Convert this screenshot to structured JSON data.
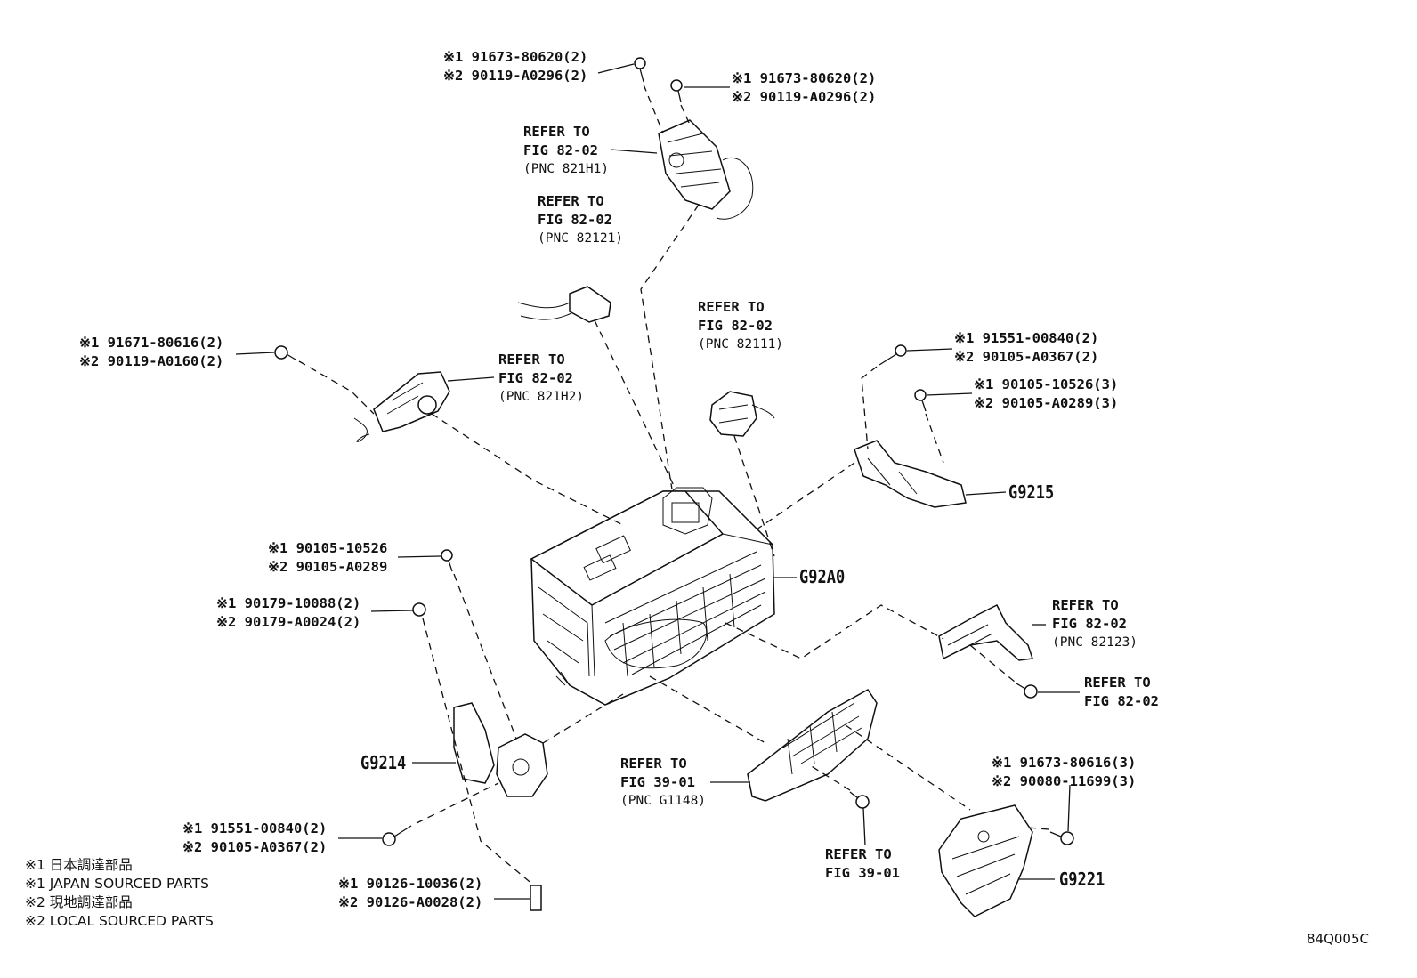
{
  "figure_id": "84Q005C",
  "legend": [
    "※1 日本調達部品",
    "※1 JAPAN SOURCED PARTS",
    "※2 現地調達部品",
    "※2 LOCAL SOURCED PARTS"
  ],
  "parts": {
    "g92a0": "G92A0",
    "g9215": "G9215",
    "g9214": "G9214",
    "g9221": "G9221"
  },
  "callouts": {
    "bolt_top_left": [
      "※1 91673-80620(2)",
      "※2 90119-A0296(2)"
    ],
    "bolt_top_right": [
      "※1 91673-80620(2)",
      "※2 90119-A0296(2)"
    ],
    "bolt_left_upper": [
      "※1 91671-80616(2)",
      "※2 90119-A0160(2)"
    ],
    "bolt_right_upper": [
      "※1 91551-00840(2)",
      "※2 90105-A0367(2)"
    ],
    "bolt_right_upper2": [
      "※1 90105-10526(3)",
      "※2 90105-A0289(3)"
    ],
    "bolt_mid_left": [
      "※1 90105-10526",
      "※2 90105-A0289"
    ],
    "bolt_mid_left2": [
      "※1 90179-10088(2)",
      "※2 90179-A0024(2)"
    ],
    "bolt_lower_left": [
      "※1 91551-00840(2)",
      "※2 90105-A0367(2)"
    ],
    "stud_lower": [
      "※1 90126-10036(2)",
      "※2 90126-A0028(2)"
    ],
    "bolt_lower_right": [
      "※1 91673-80616(3)",
      "※2 90080-11699(3)"
    ]
  },
  "refers": {
    "pnc_821h1": [
      "REFER TO",
      "FIG 82-02",
      "(PNC 821H1)"
    ],
    "pnc_82121": [
      "REFER TO",
      "FIG 82-02",
      "(PNC 82121)"
    ],
    "pnc_821h2": [
      "REFER TO",
      "FIG 82-02",
      "(PNC 821H2)"
    ],
    "pnc_82111": [
      "REFER TO",
      "FIG 82-02",
      "(PNC 82111)"
    ],
    "pnc_82123": [
      "REFER TO",
      "FIG 82-02",
      "(PNC 82123)"
    ],
    "fig_82_02": [
      "REFER TO",
      "FIG 82-02"
    ],
    "pnc_g1148": [
      "REFER TO",
      "FIG 39-01",
      "(PNC G1148)"
    ],
    "fig_39_01": [
      "REFER TO",
      "FIG 39-01"
    ]
  }
}
